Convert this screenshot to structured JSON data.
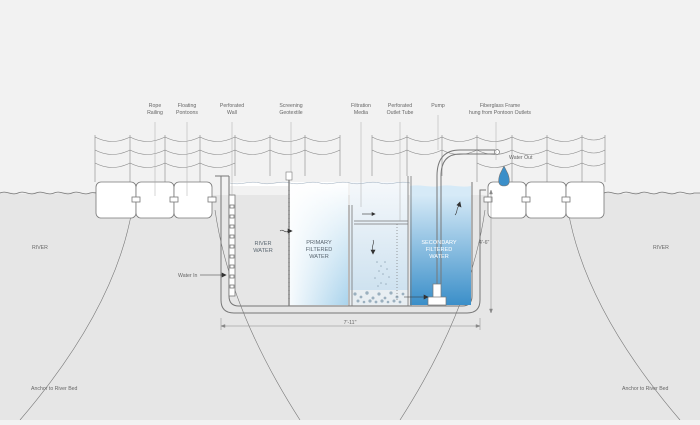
{
  "callouts": [
    {
      "id": "rope-railing",
      "lines": [
        "Rope",
        "Railing"
      ]
    },
    {
      "id": "floating-pontoons",
      "lines": [
        "Floating",
        "Pontoons"
      ]
    },
    {
      "id": "perforated-wall",
      "lines": [
        "Perforated",
        "Wall"
      ]
    },
    {
      "id": "screening-geotextile",
      "lines": [
        "Screening",
        "Geotextile"
      ]
    },
    {
      "id": "filtration-media",
      "lines": [
        "Filtration",
        "Media"
      ]
    },
    {
      "id": "perforated-outlet-tube",
      "lines": [
        "Perforated",
        "Outlet Tube"
      ]
    },
    {
      "id": "pump",
      "lines": [
        "Pump"
      ]
    },
    {
      "id": "fiberglass-frame",
      "lines": [
        "Fiberglass Frame",
        "hung from Pontoon Outlets"
      ]
    }
  ],
  "labels": {
    "water_out": "Water Out",
    "water_in": "Water In",
    "river_left": "RIVER",
    "river_right": "RIVER",
    "anchor_left": "Anchor to River Bed",
    "anchor_right": "Anchor to River Bed",
    "width_dim": "7'-11\"",
    "height_dim": "4'-6\""
  },
  "zones": {
    "river_water": [
      "RIVER",
      "WATER"
    ],
    "primary_filtered": [
      "PRIMARY",
      "FILTERED",
      "WATER"
    ],
    "secondary_filtered": [
      "SECONDARY",
      "FILTERED",
      "WATER"
    ]
  },
  "colors": {
    "background": "#f2f2f2",
    "river": "#e8e8e8",
    "line": "#777777",
    "primary_water_top": "#ffffff",
    "primary_water_bottom": "#a9d3ec",
    "secondary_water_top": "#cfe6f5",
    "secondary_water_bottom": "#3b8fc9",
    "pontoon": "#ffffff"
  }
}
